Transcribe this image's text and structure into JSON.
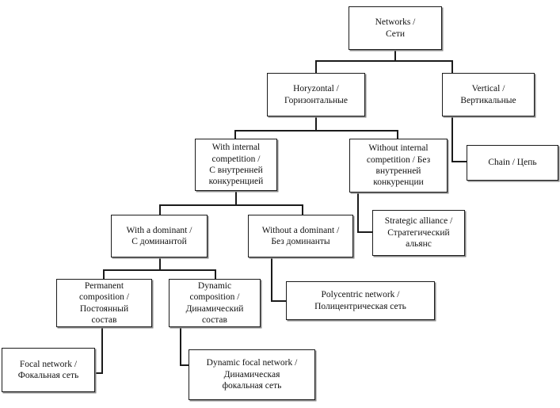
{
  "diagram": {
    "type": "hierarchy-tree",
    "title": "Networks / Сети classification",
    "orientation": "top-down",
    "colors": {
      "box_border": "#1b1b1b",
      "box_fill": "#ffffff",
      "connector": "#1b1b1b",
      "text": "#111111",
      "shadow": "#8a8a8a"
    },
    "nodes": [
      {
        "id": "networks",
        "label": "Networks /\nСети",
        "label_en": "Networks",
        "label_ru": "Сети",
        "level": 0
      },
      {
        "id": "horizontal",
        "label": "Horyzontal /\nГоризонтальные",
        "label_en": "Horyzontal",
        "label_ru": "Горизонтальные",
        "level": 1,
        "parent": "networks"
      },
      {
        "id": "vertical",
        "label": "Vertical /\nВертикальные",
        "label_en": "Vertical",
        "label_ru": "Вертикальные",
        "level": 1,
        "parent": "networks"
      },
      {
        "id": "with-internal-competition",
        "label": "With internal\ncompetition /\nС внутренней\nконкуренцией",
        "label_en": "With internal competition",
        "label_ru": "С внутренней конкуренцией",
        "level": 2,
        "parent": "horizontal"
      },
      {
        "id": "without-internal-competition",
        "label": "Without internal\ncompetition / Без\nвнутренней\nконкуренции",
        "label_en": "Without internal competition",
        "label_ru": "Без внутренней конкуренции",
        "level": 2,
        "parent": "horizontal"
      },
      {
        "id": "chain",
        "label": "Chain / Цепь",
        "label_en": "Chain",
        "label_ru": "Цепь",
        "level": 2,
        "parent": "vertical"
      },
      {
        "id": "with-a-dominant",
        "label": "With a dominant /\nС доминантой",
        "label_en": "With a dominant",
        "label_ru": "С доминантой",
        "level": 3,
        "parent": "with-internal-competition"
      },
      {
        "id": "without-a-dominant",
        "label": "Without a dominant /\nБез доминанты",
        "label_en": "Without a dominant",
        "label_ru": "Без доминанты",
        "level": 3,
        "parent": "with-internal-competition"
      },
      {
        "id": "strategic-alliance",
        "label": "Strategic alliance /\nСтратегический\nальянс",
        "label_en": "Strategic alliance",
        "label_ru": "Стратегический альянс",
        "level": 3,
        "parent": "without-internal-competition"
      },
      {
        "id": "permanent-composition",
        "label": "Permanent\ncomposition /\nПостоянный\nсостав",
        "label_en": "Permanent composition",
        "label_ru": "Постоянный состав",
        "level": 4,
        "parent": "with-a-dominant"
      },
      {
        "id": "dynamic-composition",
        "label": "Dynamic\ncomposition /\nДинамический\nсостав",
        "label_en": "Dynamic composition",
        "label_ru": "Динамический состав",
        "level": 4,
        "parent": "with-a-dominant"
      },
      {
        "id": "polycentric-network",
        "label": "Polycentric network /\nПолицентрическая сеть",
        "label_en": "Polycentric network",
        "label_ru": "Полицентрическая сеть",
        "level": 4,
        "parent": "without-a-dominant"
      },
      {
        "id": "focal-network",
        "label": "Focal network /\nФокальная сеть",
        "label_en": "Focal network",
        "label_ru": "Фокальная сеть",
        "level": 5,
        "parent": "permanent-composition"
      },
      {
        "id": "dynamic-focal-network",
        "label": "Dynamic focal network /\nДинамическая\nфокальная сеть",
        "label_en": "Dynamic focal network",
        "label_ru": "Динамическая фокальная сеть",
        "level": 5,
        "parent": "dynamic-composition"
      }
    ]
  }
}
